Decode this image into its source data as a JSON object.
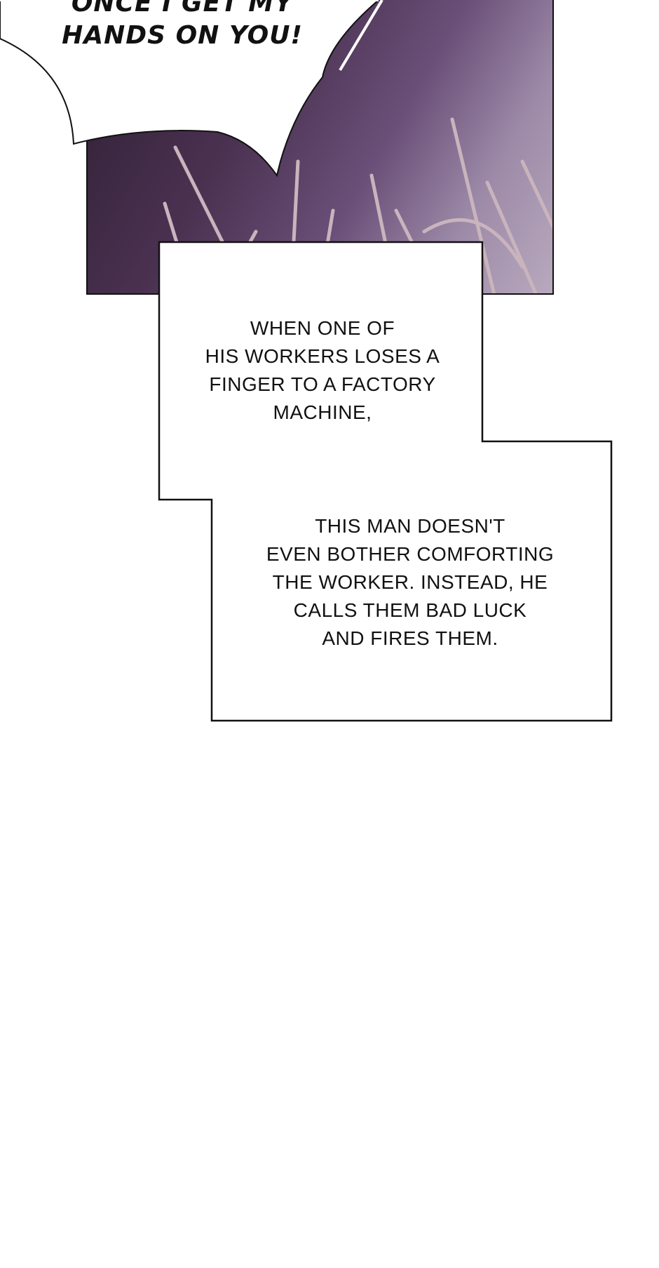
{
  "speech_bubble": {
    "lines": [
      "ONCE I GET MY",
      "HANDS ON YOU!"
    ]
  },
  "caption_box_1": {
    "lines": [
      "WHEN ONE OF",
      "HIS WORKERS LOSES A",
      "FINGER TO A FACTORY",
      "MACHINE,"
    ]
  },
  "caption_box_2": {
    "lines": [
      "THIS MAN DOESN'T",
      "EVEN BOTHER COMFORTING",
      "THE WORKER. INSTEAD, HE",
      "CALLS THEM BAD LUCK",
      "AND FIRES THEM."
    ]
  },
  "colors": {
    "panel_dark": "#2e1f33",
    "panel_light": "#b8a9bd",
    "grass": "#c9b4bd"
  }
}
